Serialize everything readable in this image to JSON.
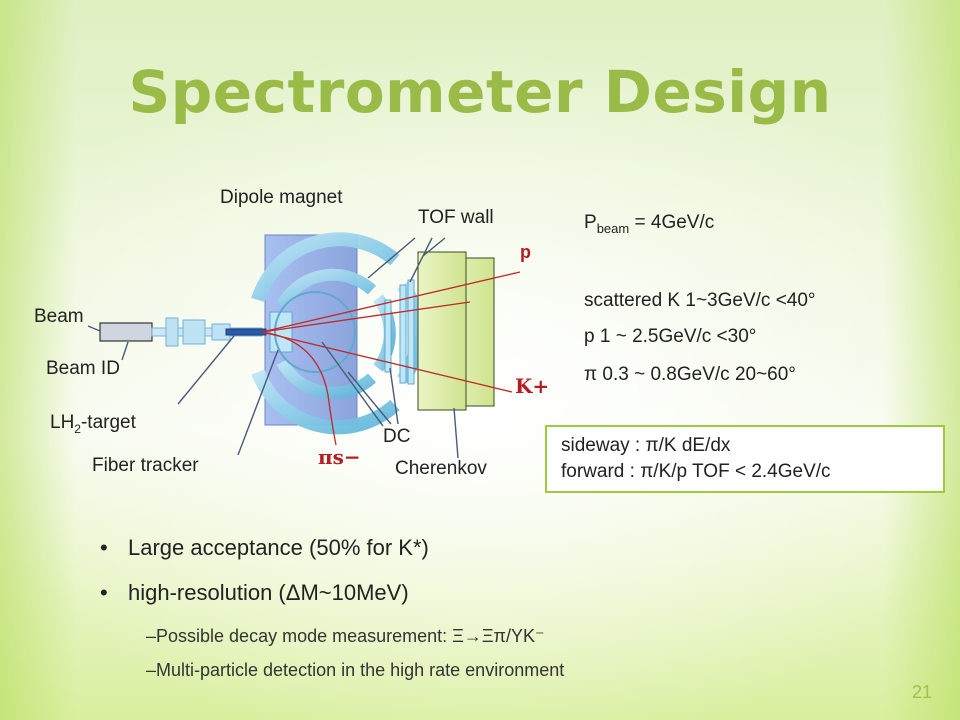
{
  "title": "Spectrometer Design",
  "labels": {
    "dipole": "Dipole magnet",
    "tof": "TOF wall",
    "beam": "Beam",
    "beam_id": "Beam ID",
    "lh2_pre": "LH",
    "lh2_sub": "2",
    "lh2_post": "-target",
    "fiber": "Fiber tracker",
    "dc": "DC",
    "cherenkov": "Cherenkov",
    "p": "p",
    "kplus": "K+",
    "pi_s": "πs−"
  },
  "params": {
    "pbeam_p": "P",
    "pbeam_sub": "beam",
    "pbeam_val": " = 4GeV/c",
    "k_line": "scattered K 1~3GeV/c <40°",
    "p_line": "p   1    ~  2.5GeV/c    <30°",
    "pi_line": "π   0.3 ~ 0.8GeV/c    20~60°"
  },
  "infobox": {
    "line1": "sideway : π/K      dE/dx",
    "line2": "forward : π/K/p TOF < 2.4GeV/c"
  },
  "bullets": [
    {
      "text": "Large acceptance (50% for K*)"
    },
    {
      "text": "high-resolution (ΔM~10MeV)"
    }
  ],
  "sub_bullets": [
    {
      "text": "–Possible decay mode measurement:  Ξ→Ξπ/YK⁻"
    },
    {
      "text": "–Multi-particle detection in the high rate environment"
    }
  ],
  "slide_number": "21",
  "colors": {
    "title": "#9bbb48",
    "magnet": "#9ab2e6",
    "ring": "#7dc6e6",
    "tof": "#dcedaa",
    "track": "#c0282a"
  }
}
